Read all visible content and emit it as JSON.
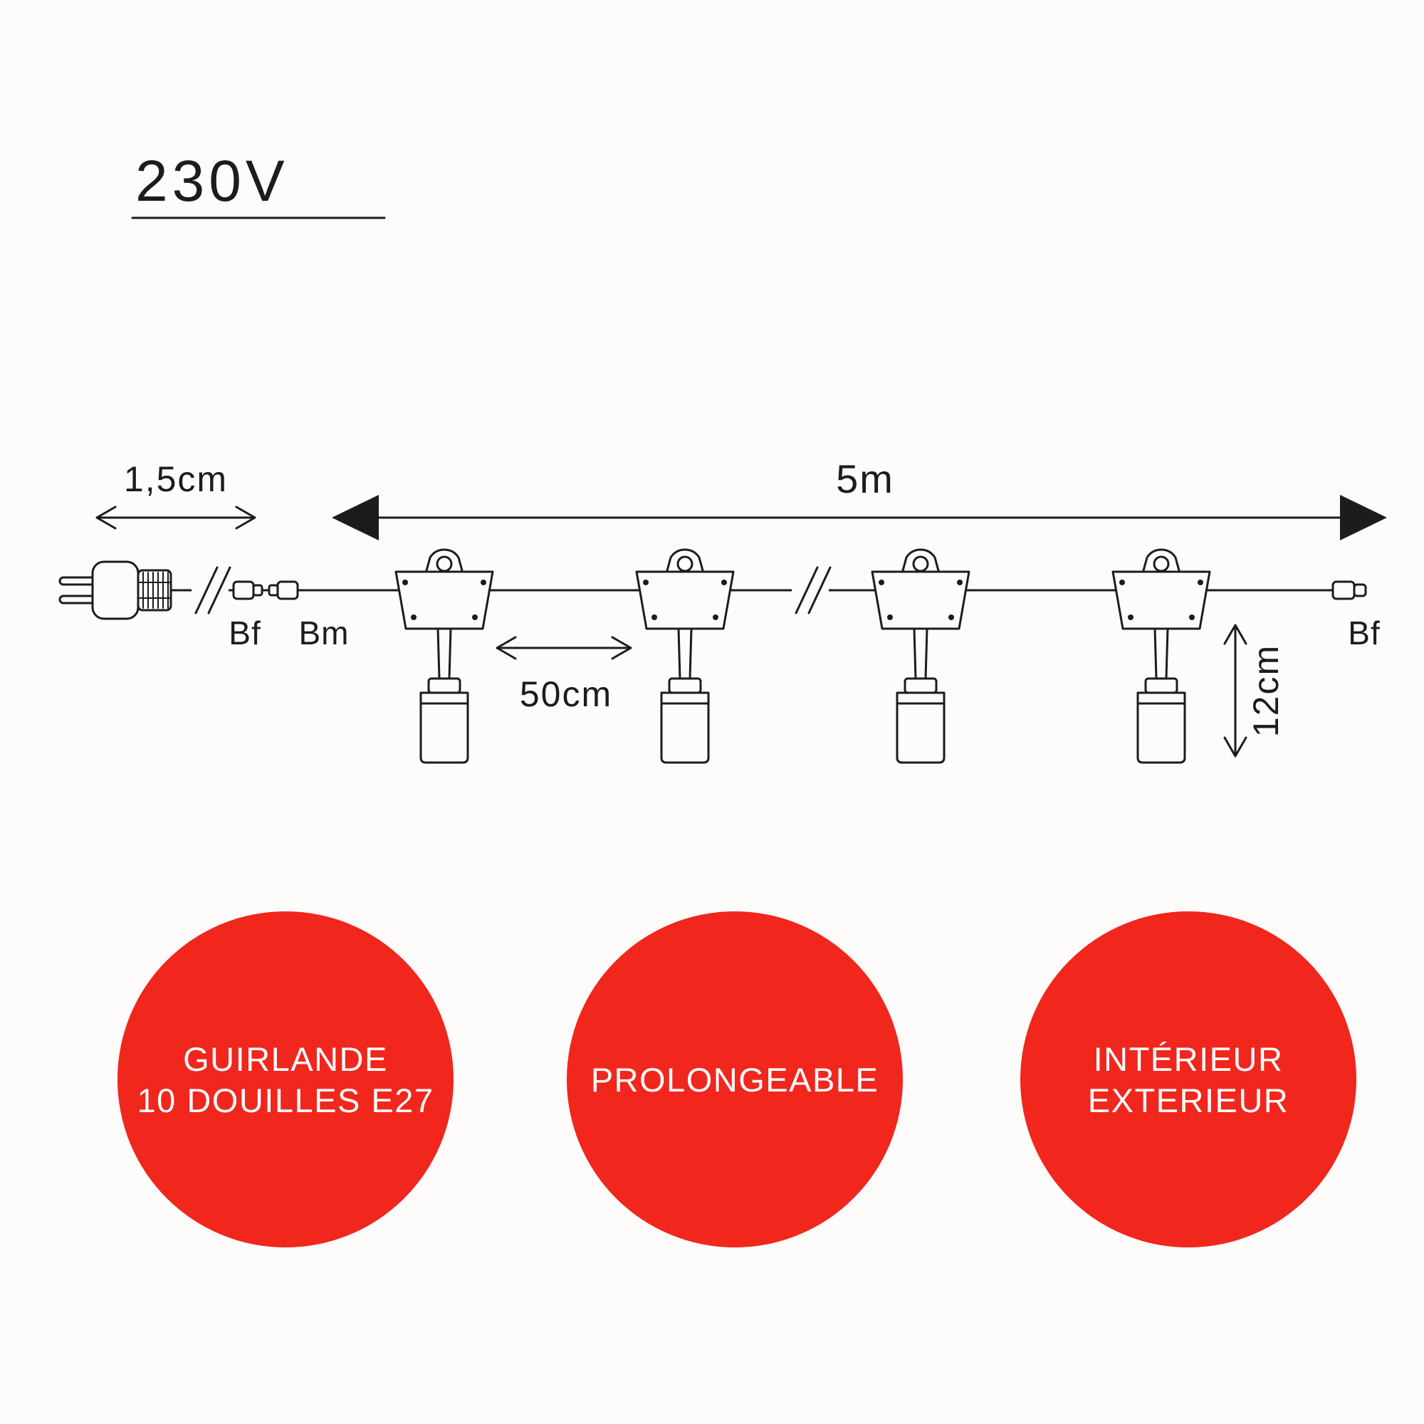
{
  "title": {
    "voltage": "230V"
  },
  "dimensions": {
    "plug_lead": "1,5cm",
    "total_length": "5m",
    "socket_spacing": "50cm",
    "socket_drop": "12cm"
  },
  "connector_labels": {
    "bf_left": "Bf",
    "bm": "Bm",
    "bf_right": "Bf"
  },
  "badges": [
    {
      "lines": [
        "GUIRLANDE",
        "10 DOUILLES E27"
      ]
    },
    {
      "lines": [
        "PROLONGEABLE"
      ]
    },
    {
      "lines": [
        "INTÉRIEUR",
        "EXTERIEUR"
      ]
    }
  ],
  "colors": {
    "badge": "#f1261d",
    "badge_text": "#ffffff",
    "line": "#1c1c1c",
    "background": "#fdfcfa"
  }
}
